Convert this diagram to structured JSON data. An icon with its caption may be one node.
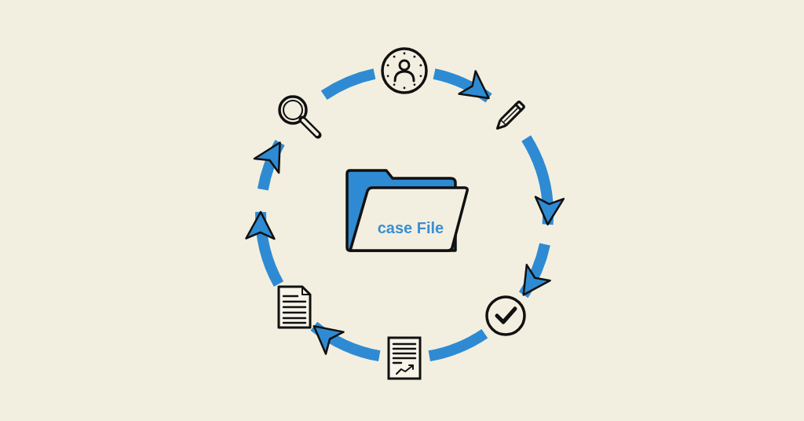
{
  "diagram": {
    "nodes": [
      {
        "text": [],
        "shape": "picture"
      },
      {
        "text": [],
        "shape": "picture"
      },
      {
        "text": [],
        "shape": "picture"
      },
      {
        "text": [],
        "shape": "picture"
      },
      {
        "text": [],
        "shape": "picture"
      },
      {
        "text": [],
        "shape": "picture"
      },
      {
        "text": [
          "case File"
        ]
      }
    ],
    "edges": [
      {
        "from": 0,
        "to": 1,
        "arrow": "to"
      },
      {
        "from": 1,
        "to": null,
        "arrow": "to"
      },
      {
        "from": null,
        "to": 2,
        "arrow": "to"
      },
      {
        "from": 2,
        "to": 3,
        "arrow": "none"
      },
      {
        "from": 3,
        "to": 4,
        "arrow": "to"
      },
      {
        "from": 4,
        "to": null,
        "arrow": "to"
      },
      {
        "from": null,
        "to": 5,
        "arrow": "to"
      },
      {
        "from": 5,
        "to": 0,
        "arrow": "none"
      }
    ]
  }
}
